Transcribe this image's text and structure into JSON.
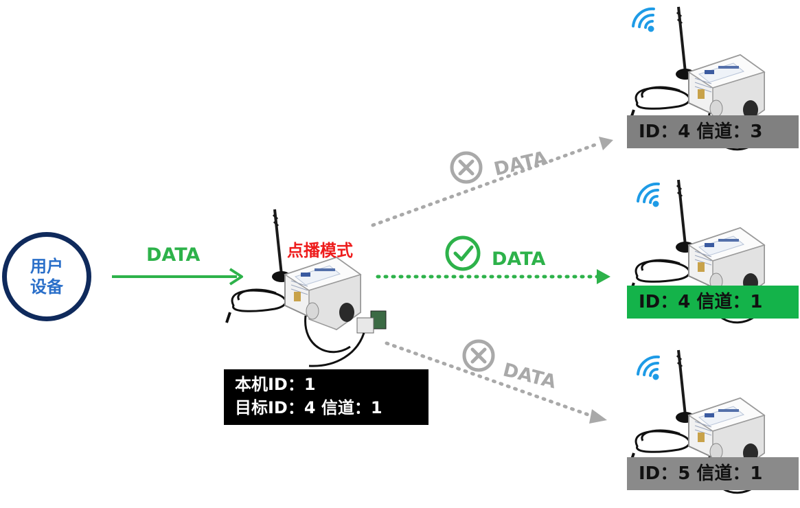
{
  "user_device": {
    "line1": "用户",
    "line2": "设备"
  },
  "labels": {
    "data_in": "DATA",
    "mode": "点播模式",
    "data_blocked_top": "DATA",
    "data_ok": "DATA",
    "data_blocked_bottom": "DATA"
  },
  "local_device": {
    "line1": "本机ID：1",
    "line2": "目标ID：4  信道：1"
  },
  "remote_devices": [
    {
      "tag": "ID：4 信道：3",
      "status": "blocked"
    },
    {
      "tag": "ID：4 信道：1",
      "status": "received"
    },
    {
      "tag": "ID：5 信道：1",
      "status": "blocked"
    }
  ],
  "colors": {
    "green": "#2db24a",
    "grey": "#a9a9a9",
    "red": "#ee1c1c",
    "navy": "#0f2a5c",
    "blue_text": "#2a6fc9",
    "wifi_blue": "#1e9be6"
  },
  "icons": [
    "wifi-icon",
    "antenna-icon",
    "check-circle-icon",
    "x-circle-icon"
  ]
}
